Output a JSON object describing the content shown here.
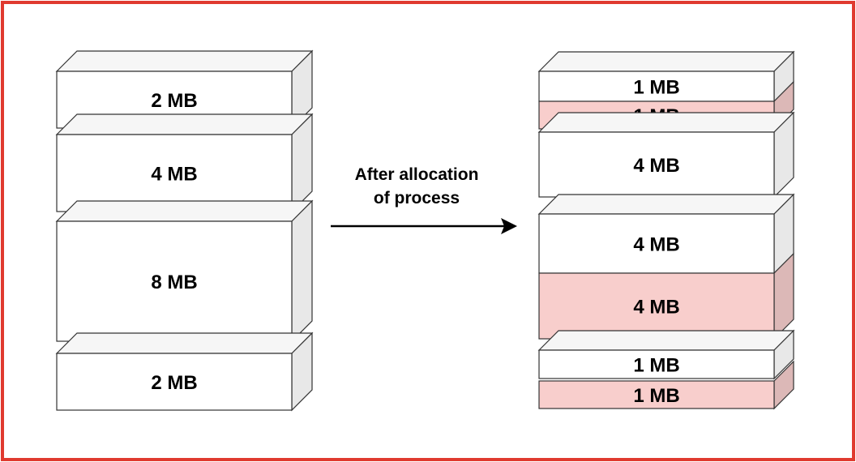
{
  "colors": {
    "frame": "#e03a2f",
    "free_front": "#ffffff",
    "free_side": "#e8e8e8",
    "free_top": "#f6f6f6",
    "allocated_front": "#f8cecc",
    "allocated_side": "#dcb8b7",
    "allocated_top": "#f6f6f6",
    "outline": "#333333",
    "arrow": "#000000"
  },
  "before": {
    "blocks": [
      {
        "label": "2 MB",
        "state": "free"
      },
      {
        "label": "4 MB",
        "state": "free"
      },
      {
        "label": "8 MB",
        "state": "free"
      },
      {
        "label": "2 MB",
        "state": "free"
      }
    ]
  },
  "transition": {
    "line1": "After allocation",
    "line2": "of process"
  },
  "after": {
    "blocks": [
      {
        "label": "1 MB",
        "state": "free"
      },
      {
        "label": "1 MB",
        "state": "allocated"
      },
      {
        "label": "4 MB",
        "state": "free"
      },
      {
        "label": "4 MB",
        "state": "free"
      },
      {
        "label": "4 MB",
        "state": "allocated"
      },
      {
        "label": "1 MB",
        "state": "free"
      },
      {
        "label": "1 MB",
        "state": "allocated"
      }
    ]
  }
}
